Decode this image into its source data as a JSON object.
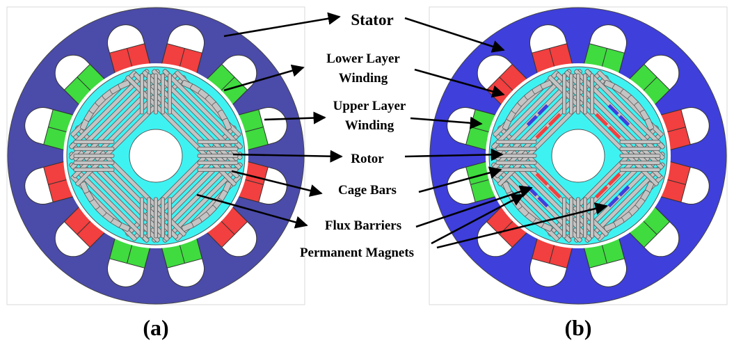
{
  "labels": {
    "stator": "Stator",
    "lower_layer_1": "Lower Layer",
    "lower_layer_2": "Winding",
    "upper_layer_1": "Upper Layer",
    "upper_layer_2": "Winding",
    "rotor": "Rotor",
    "cage_bars": "Cage Bars",
    "flux_barriers": "Flux Barriers",
    "permanent_magnets": "Permanent Magnets"
  },
  "captions": {
    "a": "(a)",
    "b": "(b)"
  },
  "colors": {
    "stator_a": "#4b4baa",
    "stator_b": "#3f3fdb",
    "rotor": "#3ff2f2",
    "winding_red": "#f23f3f",
    "winding_green": "#3fdb3f",
    "bars": "#c4c4c4",
    "magnet_red": "#f23f3f",
    "magnet_blue": "#3f3fdb"
  },
  "slots": 12
}
